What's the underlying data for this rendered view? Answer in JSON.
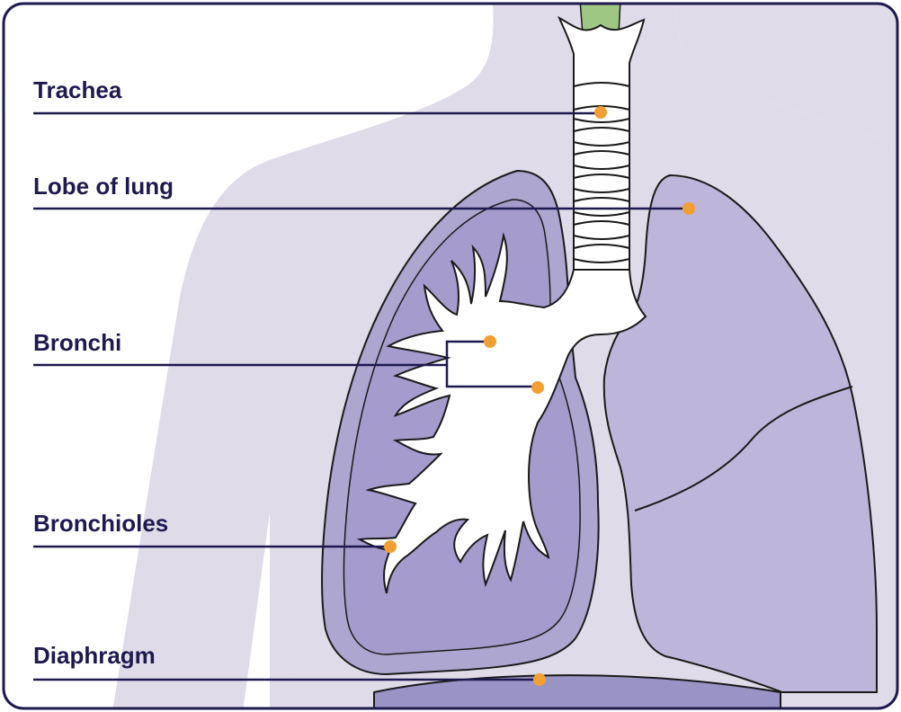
{
  "labels": {
    "trachea": "Trachea",
    "lobe": "Lobe of lung",
    "bronchi": "Bronchi",
    "bronchioles": "Bronchioles",
    "diaphragm": "Diaphragm"
  },
  "colors": {
    "frame": "#1e1a4f",
    "body_silhouette": "#e0dbe8",
    "lung_outer": "#ada6d1",
    "lung_inner": "#a59bcc",
    "lung_right": "#bdb6da",
    "airway": "#ffffff",
    "marker": "#f2a033",
    "larynx_green": "#9fc784",
    "label_text": "#1e1a4f"
  }
}
